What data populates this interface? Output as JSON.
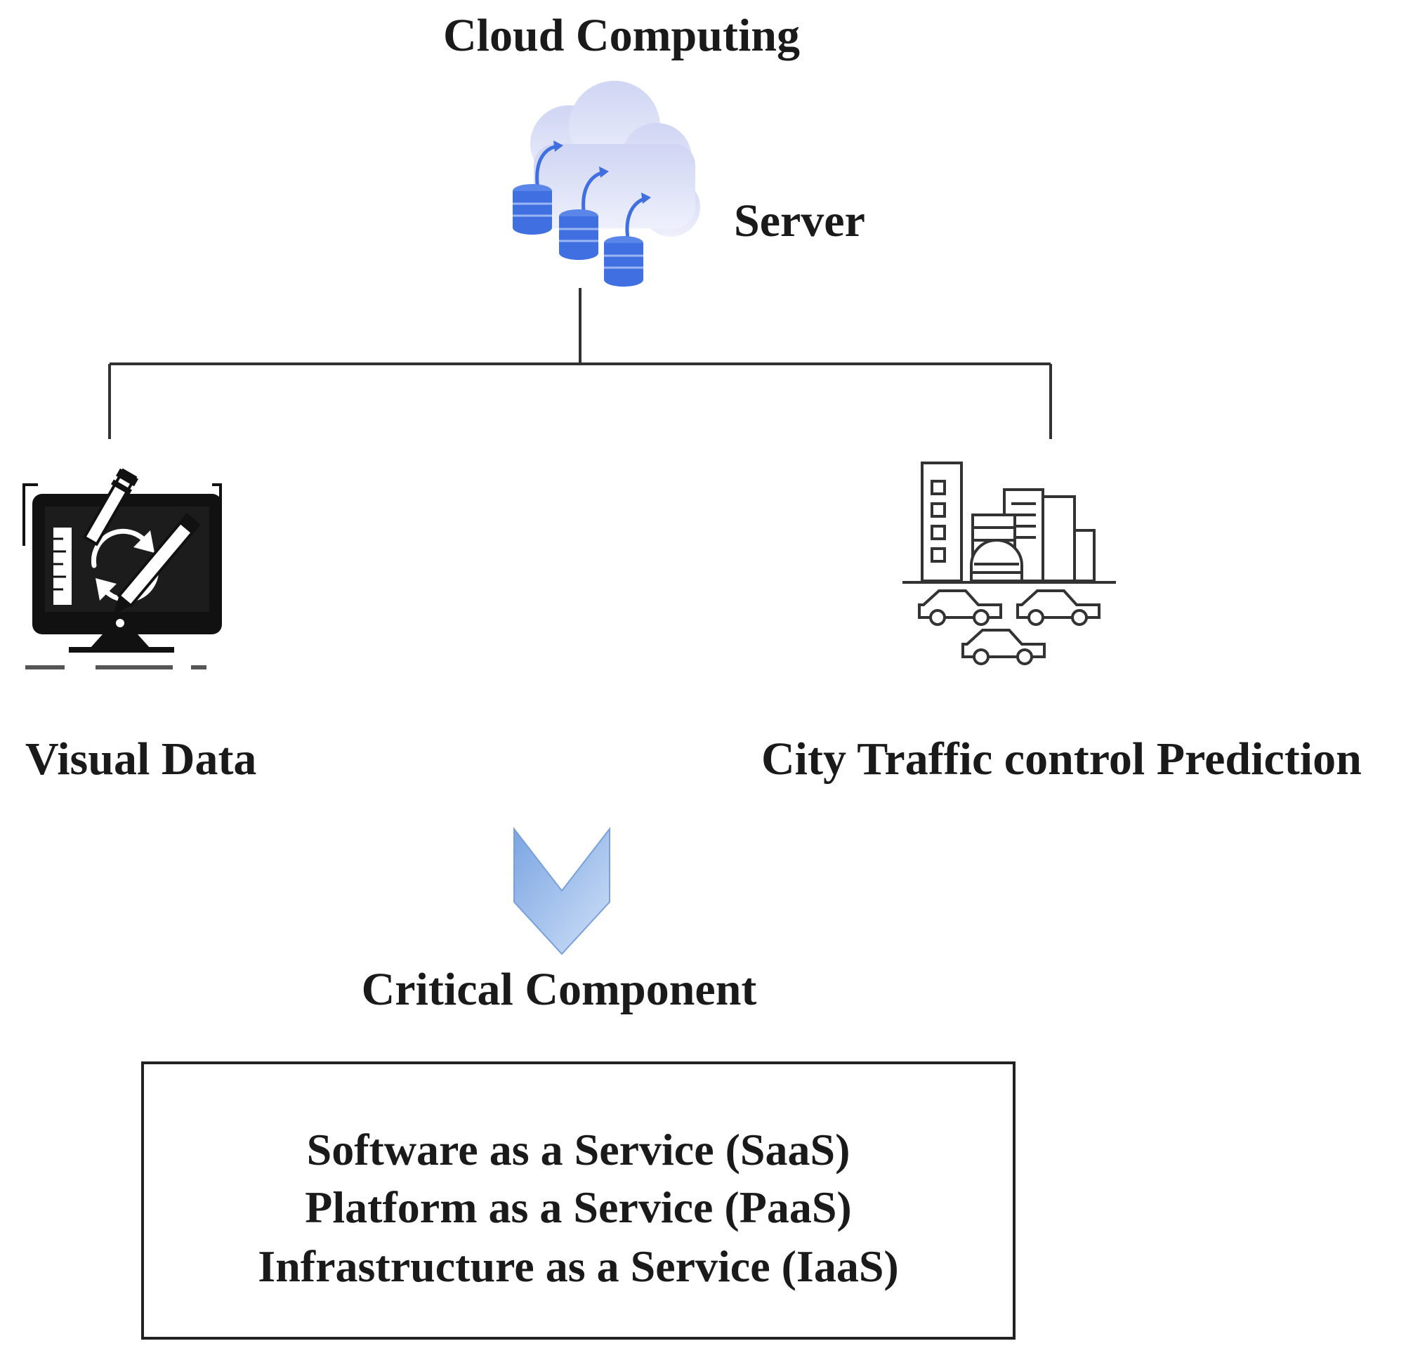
{
  "diagram": {
    "title": "Cloud Computing",
    "server_label": "Server",
    "left_node_label": "Visual Data",
    "right_node_label": "City Traffic control Prediction",
    "critical_label": "Critical Component",
    "services": [
      "Software as a Service (SaaS)",
      "Platform as a Service (PaaS)",
      "Infrastructure as a Service (IaaS)"
    ]
  },
  "colors": {
    "cloud": "#dfe3f8",
    "database": "#3f6fe0",
    "arrow": "#8fb4ea",
    "line": "#333333"
  },
  "icons": {
    "server": "cloud-database-icon",
    "visual": "monitor-design-icon",
    "city": "city-traffic-icon",
    "flow": "chevron-down-icon"
  }
}
